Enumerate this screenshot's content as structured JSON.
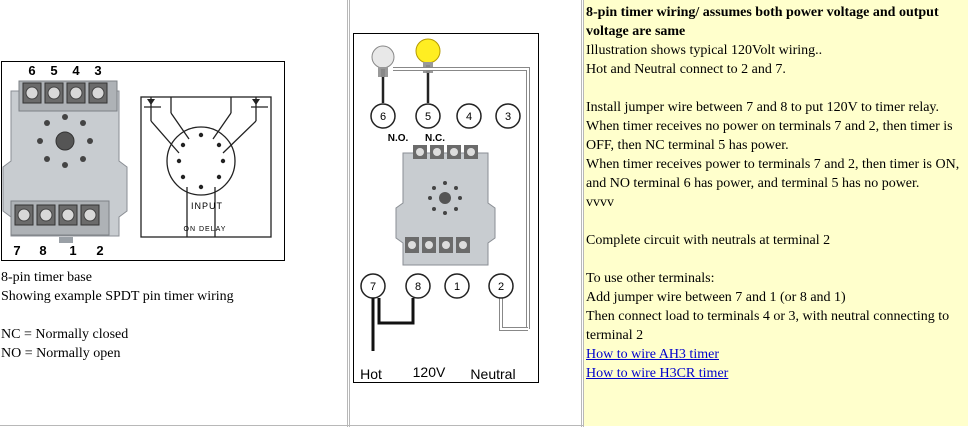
{
  "base_diagram": {
    "top_pins": [
      "6",
      "5",
      "4",
      "3"
    ],
    "bottom_pins": [
      "7",
      "8",
      "1",
      "2"
    ],
    "schematic_labels": [
      "INPUT",
      "ON DELAY"
    ]
  },
  "left_caption": {
    "line1": "8-pin timer base",
    "line2": "Showing example SPDT pin timer wiring",
    "line3": "NC = Normally closed",
    "line4": "NO = Normally open"
  },
  "wiring_diagram": {
    "top_terminals": [
      "6",
      "5",
      "4",
      "3"
    ],
    "contact_labels": [
      "N.O.",
      "N.C."
    ],
    "bottom_terminals": [
      "7",
      "8",
      "1",
      "2"
    ],
    "bottom_labels": [
      "Hot",
      "120V",
      "Neutral"
    ],
    "bulb_colors": {
      "off": "#e8e8e8",
      "on": "#ffee22"
    }
  },
  "info": {
    "heading": "8-pin timer wiring/ assumes both power voltage and output voltage are same",
    "p1": "Illustration shows typical 120Volt wiring..",
    "p2": "Hot and Neutral connect to 2 and 7.",
    "p3": "Install jumper wire between 7 and 8 to put 120V to timer relay.",
    "p4": "When timer receives no power on terminals 7 and 2, then timer is OFF, then NC terminal 5 has power.",
    "p5": "When timer receives power to terminals 7 and 2, then timer is ON, and NO terminal 6 has power, and terminal 5 has no power.",
    "p6": "vvvv",
    "p7": "Complete circuit with neutrals at terminal 2",
    "p8": "To use other terminals:",
    "p9": "Add jumper wire between 7 and 1 (or 8 and 1)",
    "p10": "Then connect load to terminals 4 or 3, with neutral connecting to terminal 2",
    "link1": "How to wire AH3 timer",
    "link2": "How to wire H3CR timer"
  }
}
